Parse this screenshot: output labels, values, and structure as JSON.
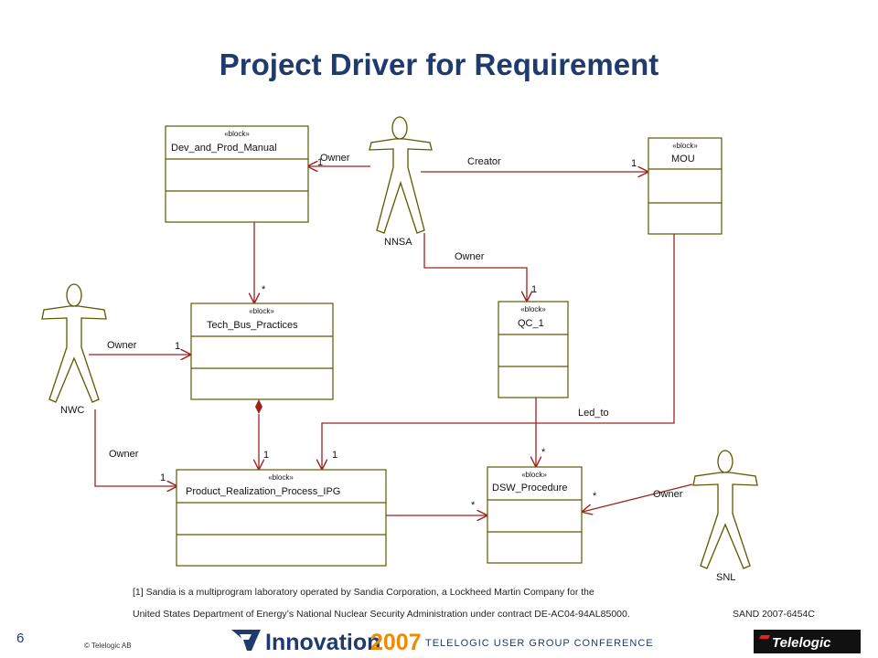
{
  "title": "Project Driver for Requirement",
  "blocks": {
    "stereotype": "«block»",
    "dev_prod_manual": "Dev_and_Prod_Manual",
    "mou": "MOU",
    "tech_bus_practices": "Tech_Bus_Practices",
    "qc_1": "QC_1",
    "product_realization": "Product_Realization_Process_IPG",
    "dsw_procedure": "DSW_Procedure"
  },
  "actors": {
    "nnsa": "NNSA",
    "nwc": "NWC",
    "snl": "SNL"
  },
  "associations": {
    "owner": "Owner",
    "creator": "Creator",
    "led_to": "Led_to"
  },
  "multiplicities": {
    "one": "1",
    "many": "*"
  },
  "footnote": {
    "line1": "[1] Sandia is a multiprogram laboratory operated by Sandia Corporation, a Lockheed Martin Company for the",
    "line2": "United States Department of Energy’s National Nuclear Security Administration under contract DE-AC04-94AL85000.",
    "sand": "SAND 2007-6454C"
  },
  "footer": {
    "page_number": "6",
    "copyright": "© Telelogic AB",
    "innovation": "Innovation",
    "year": "2007",
    "conference": "TELELOGIC USER GROUP CONFERENCE",
    "brand": "Telelogic"
  },
  "colors": {
    "title": "#1f3b6e",
    "line": "#a02020",
    "box": "#5a5a00",
    "box_fill": "#ffffff",
    "banner_blue": "#1f3b6e",
    "banner_orange": "#f08a00"
  }
}
